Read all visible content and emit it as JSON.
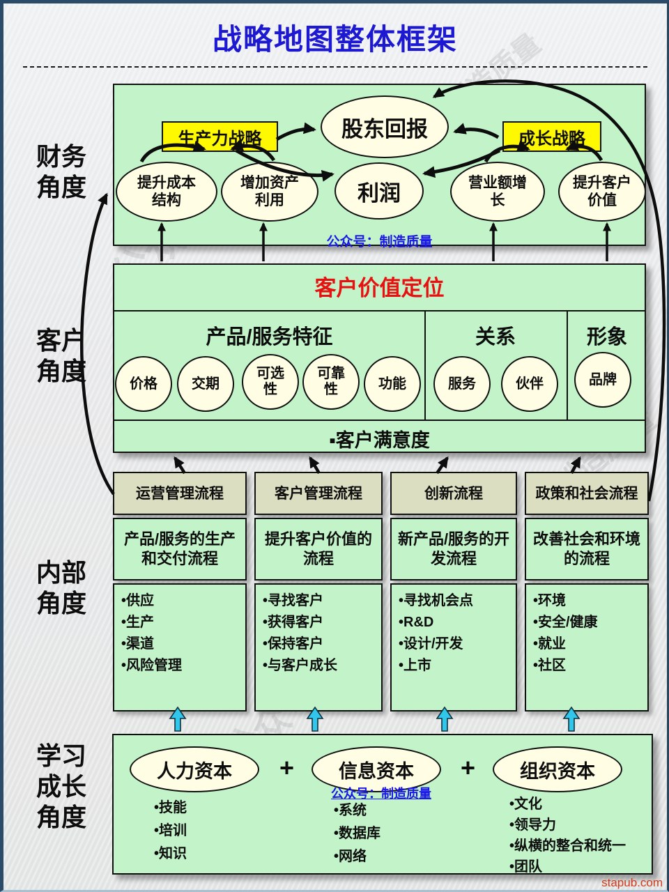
{
  "page": {
    "title": "战略地图整体框架",
    "footer_site": "stapub.com",
    "watermark_a": "公众号",
    "watermark_b": "制造质量"
  },
  "perspectives": {
    "financial": [
      "财务",
      "角度"
    ],
    "customer": [
      "客户",
      "角度"
    ],
    "internal": [
      "内部",
      "角度"
    ],
    "learning": [
      "学习",
      "成长",
      "角度"
    ]
  },
  "financial": {
    "productivity_strategy": "生产力战略",
    "growth_strategy": "成长战略",
    "shareholder_return": "股东回报",
    "profit": "利润",
    "improve_cost": "提升成本结构",
    "asset_util": "增加资产利用",
    "revenue_growth": "营业额增长",
    "customer_value": "提升客户价值",
    "wechat": "公众号：制造质量"
  },
  "customer": {
    "title": "客户价值定位",
    "attr_label": "产品/服务特征",
    "rel_label": "关系",
    "image_label": "形象",
    "circles": [
      "价格",
      "交期",
      "可选性",
      "可靠性",
      "功能",
      "服务",
      "伙伴",
      "品牌"
    ],
    "satisfaction": "▪客户满意度"
  },
  "internal": {
    "columns": [
      {
        "header": "运营管理流程",
        "subtitle": "产品/服务的生产和交付流程",
        "items": [
          "•供应",
          "•生产",
          "•渠道",
          "•风险管理"
        ]
      },
      {
        "header": "客户管理流程",
        "subtitle": "提升客户价值的流程",
        "items": [
          "•寻找客户",
          "•获得客户",
          "•保持客户",
          "•与客户成长"
        ]
      },
      {
        "header": "创新流程",
        "subtitle": "新产品/服务的开发流程",
        "items": [
          "•寻找机会点",
          "•R&D",
          "•设计/开发",
          "•上市"
        ]
      },
      {
        "header": "政策和社会流程",
        "subtitle": "改善社会和环境的流程",
        "items": [
          "•环境",
          "•安全/健康",
          "•就业",
          "•社区"
        ]
      }
    ]
  },
  "learning": {
    "plus": "+",
    "wechat": "公众号：制造质量",
    "groups": [
      {
        "label": "人力资本",
        "items": [
          "•技能",
          "•培训",
          "•知识"
        ]
      },
      {
        "label": "信息资本",
        "items": [
          "•系统",
          "•数据库",
          "•网络"
        ]
      },
      {
        "label": "组织资本",
        "items": [
          "•文化",
          "•领导力",
          "•纵横的整合和统一",
          "•团队"
        ]
      }
    ]
  },
  "colors": {
    "title_blue": "#1d18d1",
    "heading_red": "#e81111",
    "panel_green": "#c2f3c9",
    "strategy_yellow": "#fef900",
    "ellipse_cream": "#fffde4",
    "header_beige": "#dbdec0",
    "arrow_cyan": "#31c7ea",
    "wechat_blue": "#1a17e8",
    "frame_navy": "#2c4b69"
  }
}
